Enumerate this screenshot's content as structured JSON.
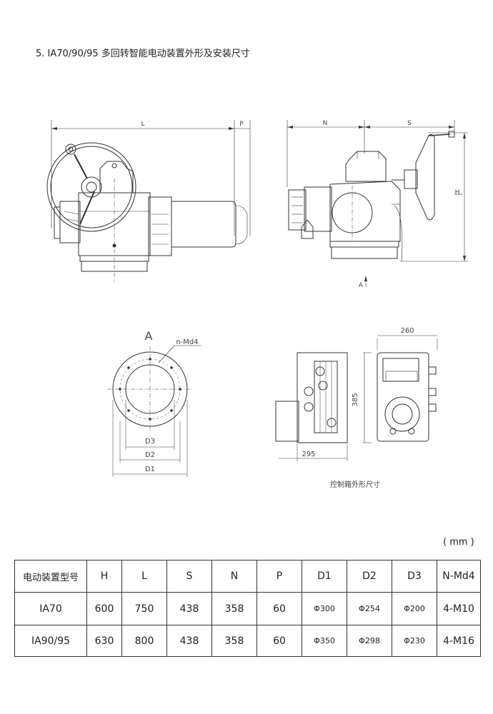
{
  "heading": "5. IA70/90/95 多回转智能电动装置外形及安装尺寸",
  "labels": {
    "L": "L",
    "P": "P",
    "N": "N",
    "S": "S",
    "H": "H",
    "A_arrow": "A",
    "A_view": "A",
    "nMd4": "n-Md4",
    "D3": "D3",
    "D2": "D2",
    "D1": "D1",
    "dim260": "260",
    "dim385": "385",
    "dim295": "295"
  },
  "caption": "控制箱外形尺寸",
  "unit": "( mm )",
  "table": {
    "headers": [
      "电动装置型号",
      "H",
      "L",
      "S",
      "N",
      "P",
      "D1",
      "D2",
      "D3",
      "N-Md4"
    ],
    "rows": [
      [
        "IA70",
        "600",
        "750",
        "438",
        "358",
        "60",
        "Φ300",
        "Φ254",
        "Φ200",
        "4-M10"
      ],
      [
        "IA90/95",
        "630",
        "800",
        "438",
        "358",
        "60",
        "Φ350",
        "Φ298",
        "Φ230",
        "4-M16"
      ]
    ]
  }
}
